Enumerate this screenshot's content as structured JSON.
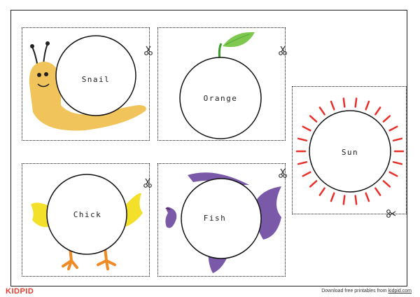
{
  "cards": [
    {
      "label": "Snail",
      "name": "snail-card"
    },
    {
      "label": "Orange",
      "name": "orange-card"
    },
    {
      "label": "Sun",
      "name": "sun-card"
    },
    {
      "label": "Chick",
      "name": "chick-card"
    },
    {
      "label": "Fish",
      "name": "fish-card"
    }
  ],
  "footer": {
    "brand": "KIDPID",
    "text": "Download free printables from ",
    "link": "kidpid.com"
  },
  "icons": [
    "scissors-icon",
    "snail-illustration",
    "orange-leaf-illustration",
    "sun-rays-illustration",
    "chick-illustration",
    "fish-illustration"
  ],
  "colors": {
    "snail": "#f0c45a",
    "leaf": "#7ec850",
    "sun_rays": "#e8302a",
    "chick_wing": "#f2e02a",
    "chick_feet": "#f08a24",
    "fish": "#7a5aa8",
    "brand": "#e63b2e"
  }
}
